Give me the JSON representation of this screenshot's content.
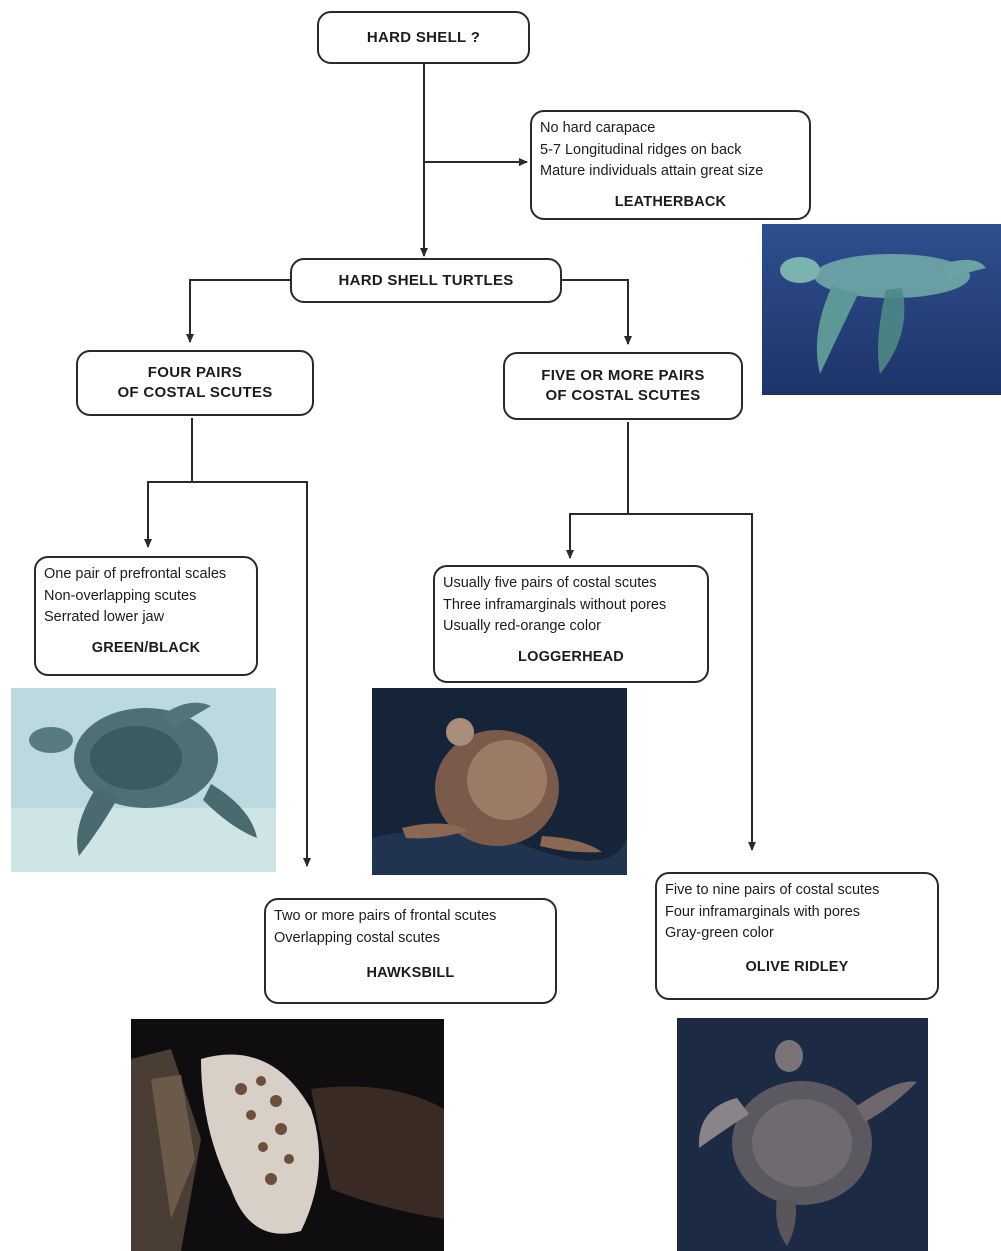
{
  "root": {
    "label": "HARD SHELL ?"
  },
  "leatherback": {
    "traits": [
      "No hard carapace",
      "5-7  Longitudinal ridges on back",
      "Mature individuals attain great size"
    ],
    "name": "LEATHERBACK"
  },
  "hard_shell": {
    "label": "HARD SHELL TURTLES"
  },
  "four_pairs": {
    "line1": "FOUR PAIRS",
    "line2": "OF COSTAL SCUTES"
  },
  "five_pairs": {
    "line1": "FIVE OR MORE PAIRS",
    "line2": "OF COSTAL SCUTES"
  },
  "green": {
    "traits": [
      "One pair of prefrontal scales",
      "Non-overlapping scutes",
      "Serrated lower jaw"
    ],
    "name": "GREEN/BLACK"
  },
  "loggerhead": {
    "traits": [
      "Usually five pairs of costal scutes",
      "Three inframarginals without pores",
      "Usually red-orange color"
    ],
    "name": "LOGGERHEAD"
  },
  "hawksbill": {
    "traits": [
      "Two or more pairs of frontal scutes",
      "Overlapping costal scutes"
    ],
    "name": "HAWKSBILL"
  },
  "olive_ridley": {
    "traits": [
      "Five to nine pairs of costal scutes",
      "Four inframarginals with pores",
      "Gray-green color"
    ],
    "name": "OLIVE RIDLEY"
  }
}
